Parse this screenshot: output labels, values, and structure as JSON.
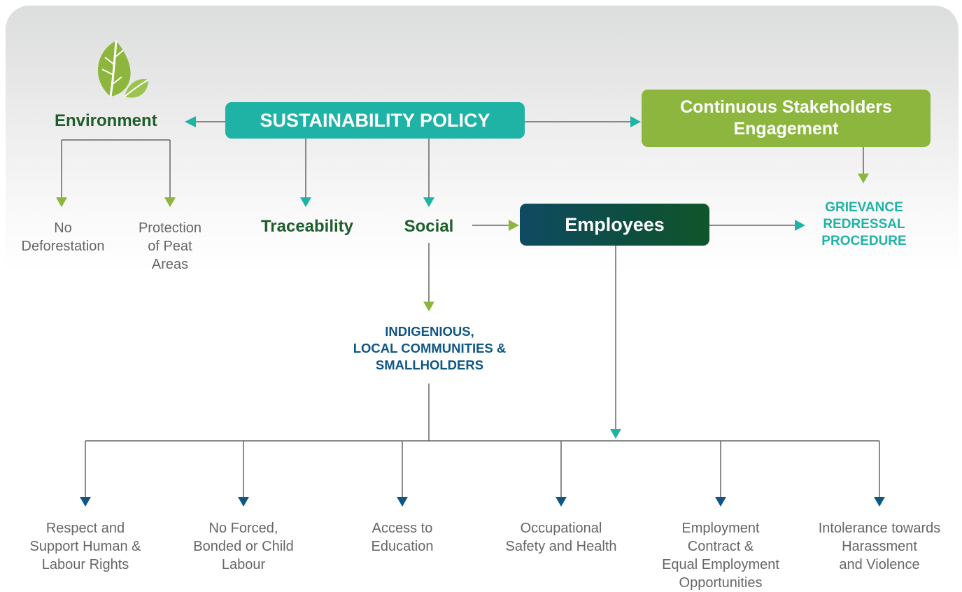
{
  "nodes": {
    "sustainability_policy": "SUSTAINABILITY POLICY",
    "environment": "Environment",
    "stakeholders": "Continuous Stakeholders\nEngagement",
    "no_deforestation": "No\nDeforestation",
    "peat": "Protection\nof Peat\nAreas",
    "traceability": "Traceability",
    "social": "Social",
    "employees": "Employees",
    "grievance": "GRIEVANCE\nREDRESSAL\nPROCEDURE",
    "communities": "INDIGENIOUS,\nLOCAL COMMUNITIES &\nSMALLHOLDERS"
  },
  "outcomes": [
    "Respect and\nSupport Human &\nLabour Rights",
    "No Forced,\nBonded or Child\nLabour",
    "Access to\nEducation",
    "Occupational\nSafety and Health",
    "Employment\nContract &\nEqual Employment\nOpportunities",
    "Intolerance towards\nHarassment\nand Violence"
  ],
  "colors": {
    "teal": "#1fb3a5",
    "lime": "#8cb63e",
    "dark_green": "#1f5e2c",
    "navy": "#0f5684",
    "line": "#666666"
  },
  "icon": "leaf-icon"
}
